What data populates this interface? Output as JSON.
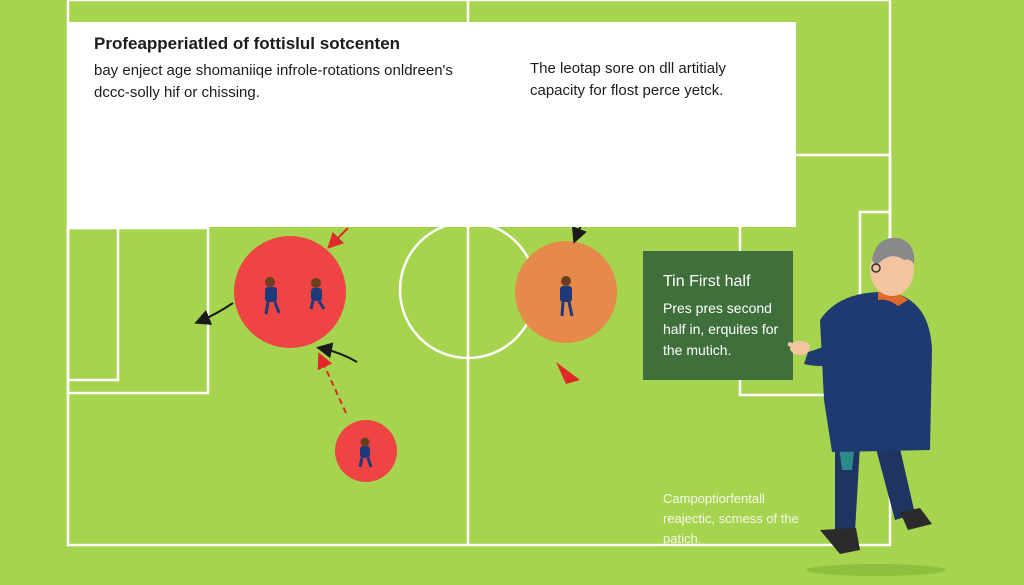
{
  "header": {
    "title": "Profeapperiatled of fottislul sotcenten",
    "intro": "bay enject age shomaniiqe infrole-rotations onldreen's dccc-solly hif or chissing.",
    "aside": "The leotap sore on dll artitialy capacity for flost perce yetck."
  },
  "info_box": {
    "title": "Tin First half",
    "body": "Pres pres second half in, erquites for the mutich."
  },
  "caption": "Campoptiorfentall reajectic, scmess of the patich.",
  "colors": {
    "pitch": "#a6d44e",
    "lines": "#ffffff",
    "red_zone": "#ef4a4a",
    "orange_zone": "#e58a4a",
    "box": "#3f6f3a",
    "jersey": "#1f3a7a"
  }
}
